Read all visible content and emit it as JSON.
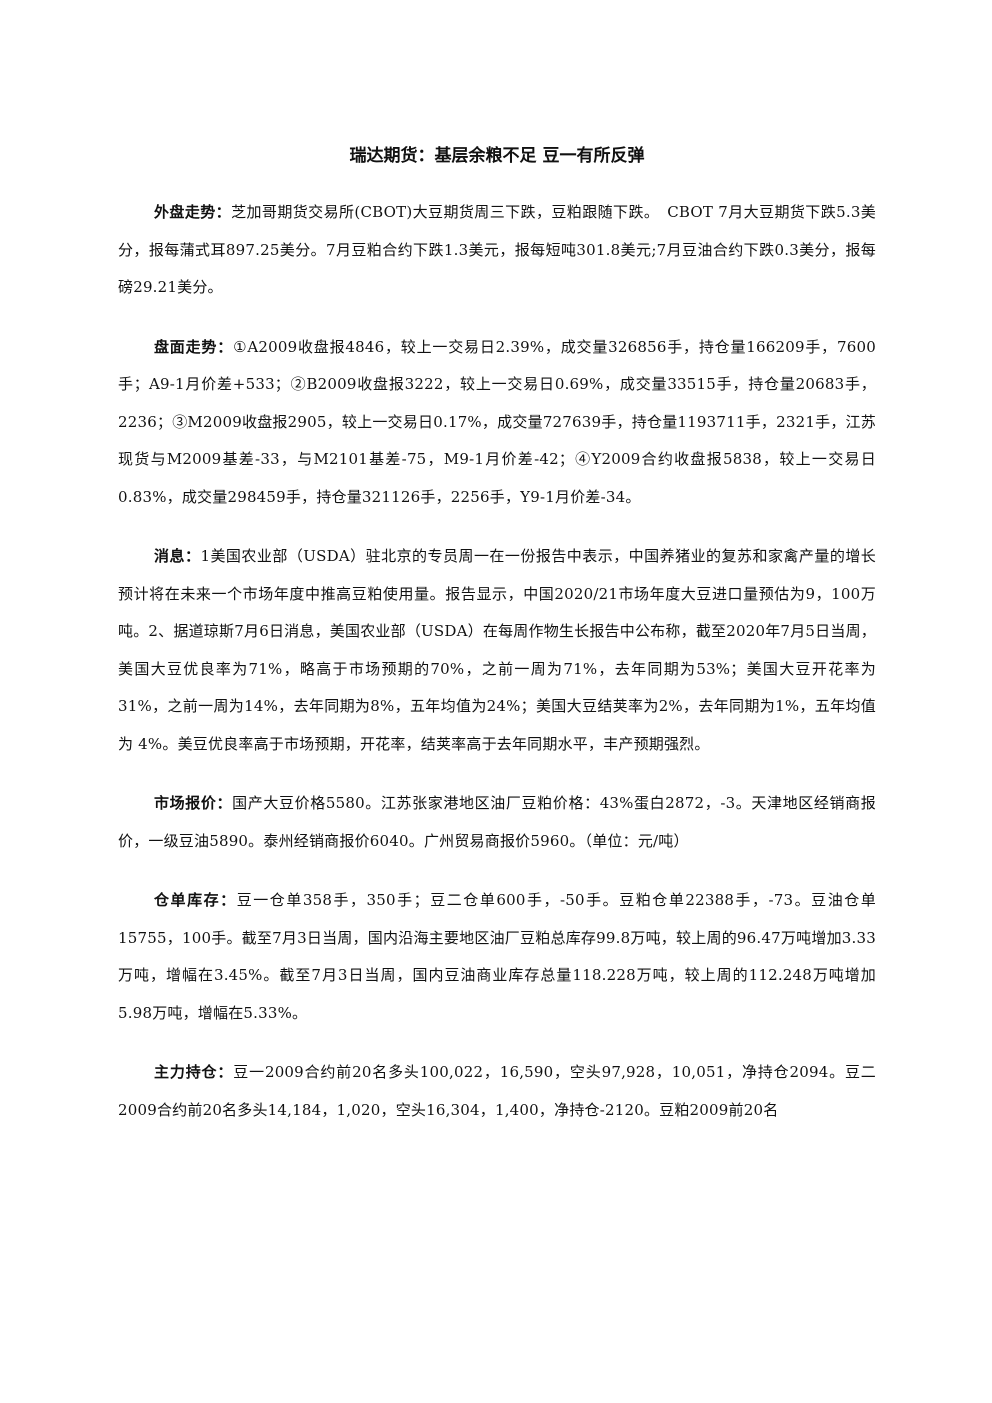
{
  "document": {
    "title": "瑞达期货：基层余粮不足 豆一有所反弹",
    "sections": [
      {
        "label": "外盘走势：",
        "text": "芝加哥期货交易所(CBOT)大豆期货周三下跌，豆粕跟随下跌。　CBOT 7月大豆期货下跌5.3美分，报每蒲式耳897.25美分。7月豆粕合约下跌1.3美元，报每短吨301.8美元;7月豆油合约下跌0.3美分，报每磅29.21美分。"
      },
      {
        "label": "盘面走势：",
        "text": "①A2009收盘报4846，较上一交易日2.39%，成交量326856手，持仓量166209手，7600手；A9-1月价差+533；②B2009收盘报3222，较上一交易日0.69%，成交量33515手，持仓量20683手，2236；③M2009收盘报2905，较上一交易日0.17%，成交量727639手，持仓量1193711手，2321手，江苏现货与M2009基差-33，与M2101基差-75，M9-1月价差-42；④Y2009合约收盘报5838，较上一交易日0.83%，成交量298459手，持仓量321126手，2256手，Y9-1月价差-34。"
      },
      {
        "label": "消息：",
        "text": "1美国农业部（USDA）驻北京的专员周一在一份报告中表示，中国养猪业的复苏和家禽产量的增长预计将在未来一个市场年度中推高豆粕使用量。报告显示，中国2020/21市场年度大豆进口量预估为9，100万吨。2、据道琼斯7月6日消息，美国农业部（USDA）在每周作物生长报告中公布称，截至2020年7月5日当周，美国大豆优良率为71%，略高于市场预期的70%，之前一周为71%，去年同期为53%；美国大豆开花率为31%，之前一周为14%，去年同期为8%，五年均值为24%；美国大豆结荚率为2%，去年同期为1%，五年均值为 4%。美豆优良率高于市场预期，开花率，结荚率高于去年同期水平，丰产预期强烈。"
      },
      {
        "label": "市场报价：",
        "text": "国产大豆价格5580。江苏张家港地区油厂豆粕价格：43%蛋白2872，-3。天津地区经销商报价，一级豆油5890。泰州经销商报价6040。广州贸易商报价5960。（单位：元/吨）"
      },
      {
        "label": "仓单库存：",
        "text": "豆一仓单358手，350手；豆二仓单600手，-50手。豆粕仓单22388手，-73。豆油仓单15755，100手。截至7月3日当周，国内沿海主要地区油厂豆粕总库存99.8万吨，较上周的96.47万吨增加3.33万吨，增幅在3.45%。截至7月3日当周，国内豆油商业库存总量118.228万吨，较上周的112.248万吨增加5.98万吨，增幅在5.33%。"
      },
      {
        "label": "主力持仓：",
        "text": "豆一2009合约前20名多头100,022，16,590，空头97,928，10,051，净持仓2094。豆二2009合约前20名多头14,184，1,020，空头16,304，1,400，净持仓-2120。豆粕2009前20名"
      }
    ]
  }
}
